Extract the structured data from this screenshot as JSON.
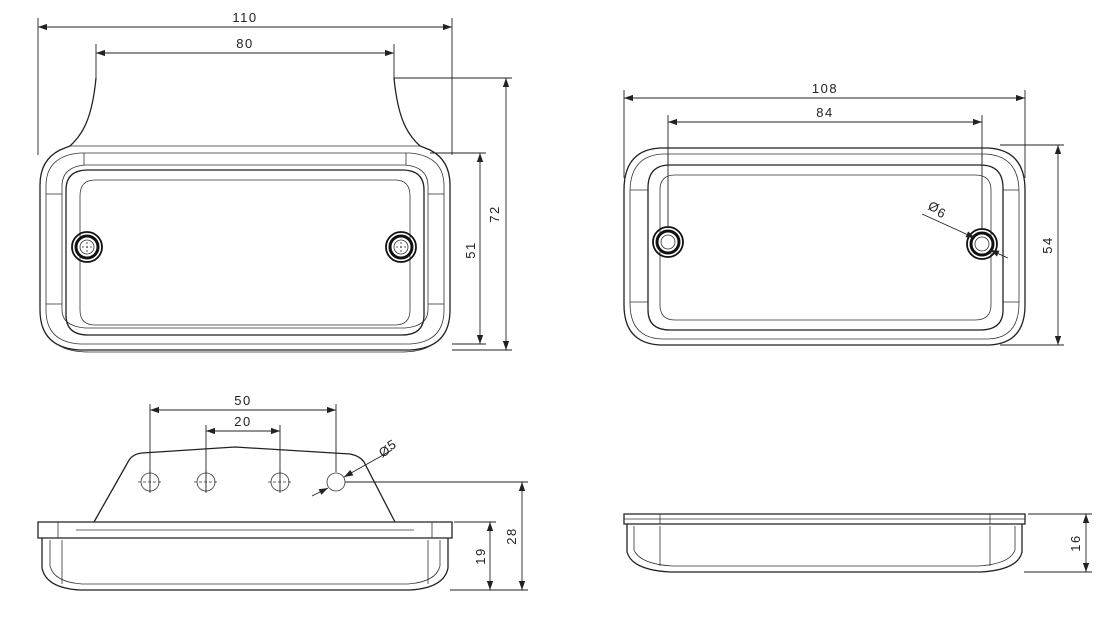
{
  "views": {
    "top_left": {
      "width_overall": "110",
      "width_mounting": "80",
      "height_body": "51",
      "height_overall": "72"
    },
    "top_right": {
      "width_overall": "108",
      "hole_spacing": "84",
      "hole_diameter": "6",
      "height_overall": "54"
    },
    "bottom_left": {
      "hole_spacing_outer": "50",
      "hole_spacing_inner": "20",
      "hole_diameter": "5",
      "height_body": "19",
      "height_overall": "28"
    },
    "bottom_right": {
      "height_overall": "16"
    }
  }
}
